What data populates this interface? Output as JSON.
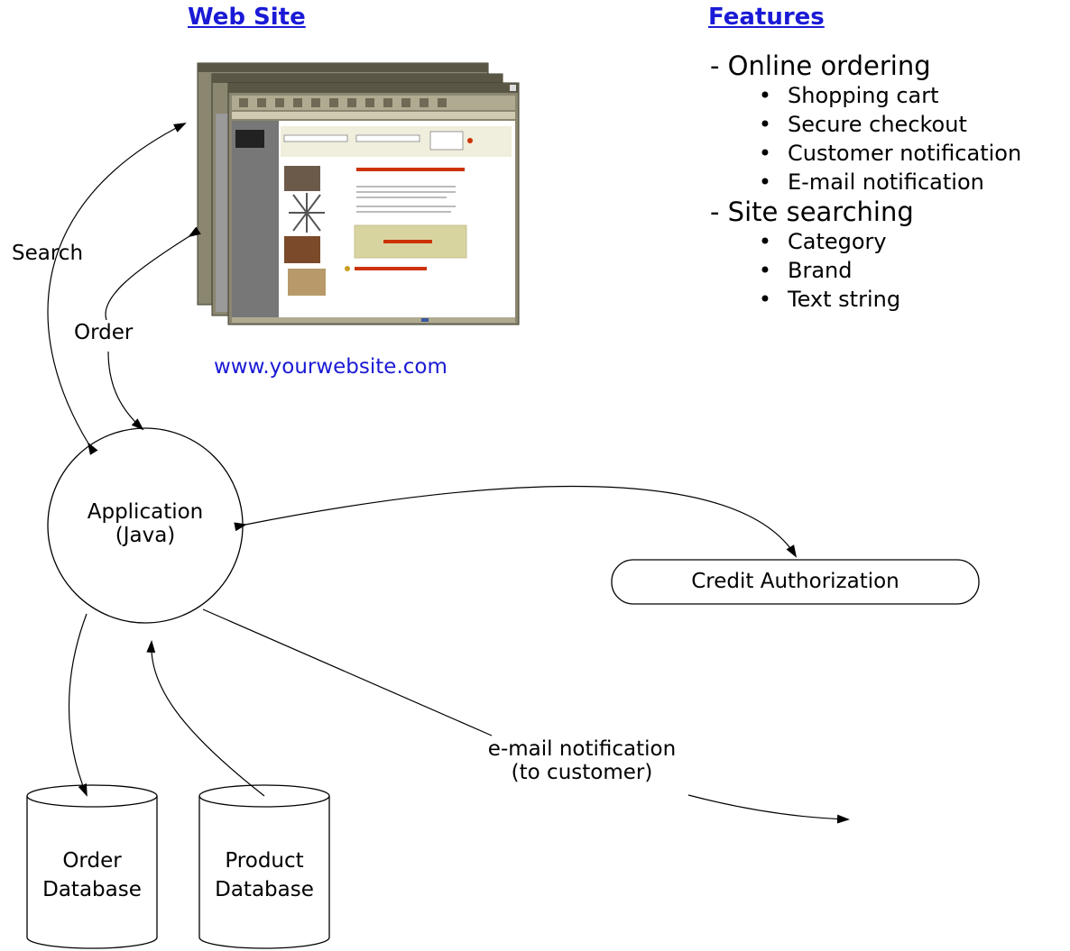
{
  "headings": {
    "web_site": "Web Site",
    "features": "Features"
  },
  "features": [
    {
      "title": "- Online ordering",
      "items": [
        "Shopping cart",
        "Secure checkout",
        "Customer notification",
        "E-mail notification"
      ]
    },
    {
      "title": "- Site searching",
      "items": [
        "Category",
        "Brand",
        "Text string"
      ]
    }
  ],
  "bullet_glyph": "•",
  "website_url": "www.yourwebsite.com",
  "edges": {
    "search": "Search",
    "order": "Order",
    "email_line1": "e-mail notification",
    "email_line2": "(to customer)"
  },
  "nodes": {
    "application_line1": "Application",
    "application_line2": "(Java)",
    "credit_authorization": "Credit Authorization",
    "order_db_line1": "Order",
    "order_db_line2": "Database",
    "product_db_line1": "Product",
    "product_db_line2": "Database"
  },
  "colors": {
    "link_blue": "#1a1ad6",
    "window_frame": "#8a8670",
    "window_titlebar": "#5a5646",
    "page_sidebar": "#777777",
    "page_banner": "#d8d4a0",
    "accent_red": "#cc3300"
  },
  "icons": {
    "website_screenshot": "browser-window-stack-image"
  }
}
